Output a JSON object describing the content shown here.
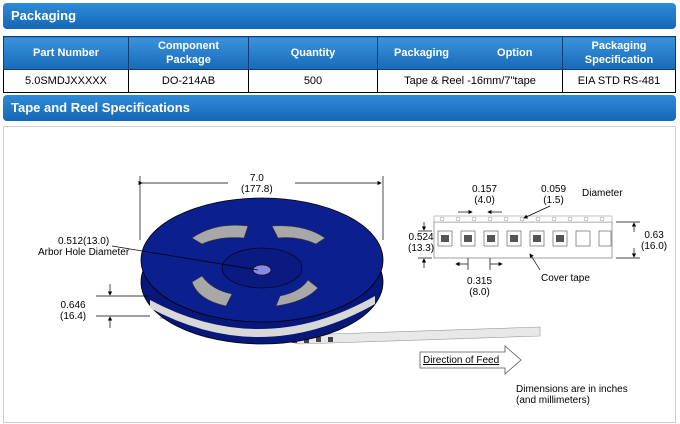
{
  "section1": {
    "title": "Packaging"
  },
  "table": {
    "headers": [
      {
        "line1": "Part Number",
        "line2": ""
      },
      {
        "line1": "Component",
        "line2": "Package"
      },
      {
        "line1": "Quantity",
        "line2": ""
      },
      {
        "line1": "Packaging",
        "line2": ""
      },
      {
        "line1": "Option",
        "line2": ""
      },
      {
        "line1": "Packaging",
        "line2": "Specification"
      }
    ],
    "row": [
      "5.0SMDJXXXXX",
      "DO-214AB",
      "500",
      "Tape & Reel -16mm/7\"tape",
      "EIA STD RS-481"
    ]
  },
  "section2": {
    "title": "Tape and Reel Specifications"
  },
  "diagram": {
    "width": {
      "in": "7.0",
      "mm": "(177.8)"
    },
    "arbor": {
      "value": "0.512(13.0)",
      "label": "Arbor Hole Diameter"
    },
    "thickness": {
      "in": "0.646",
      "mm": "(16.4)"
    },
    "pitch": {
      "in": "0.157",
      "mm": "(4.0)"
    },
    "diameter": {
      "in": "0.059",
      "mm": "(1.5)",
      "label": "Diameter"
    },
    "tape_inner": {
      "in": "0.524",
      "mm": "(13.3)"
    },
    "tape_width": {
      "in": "0.63",
      "mm": "(16.0)"
    },
    "pocket_pitch": {
      "in": "0.315",
      "mm": "(8.0)"
    },
    "cover_tape": "Cover tape",
    "feed": "Direction of Feed",
    "note_line1": "Dimensions are in inches",
    "note_line2": "(and millimeters)"
  },
  "colors": {
    "header_blue": "#1a6fbf",
    "reel_blue": "#0b1f8f"
  }
}
